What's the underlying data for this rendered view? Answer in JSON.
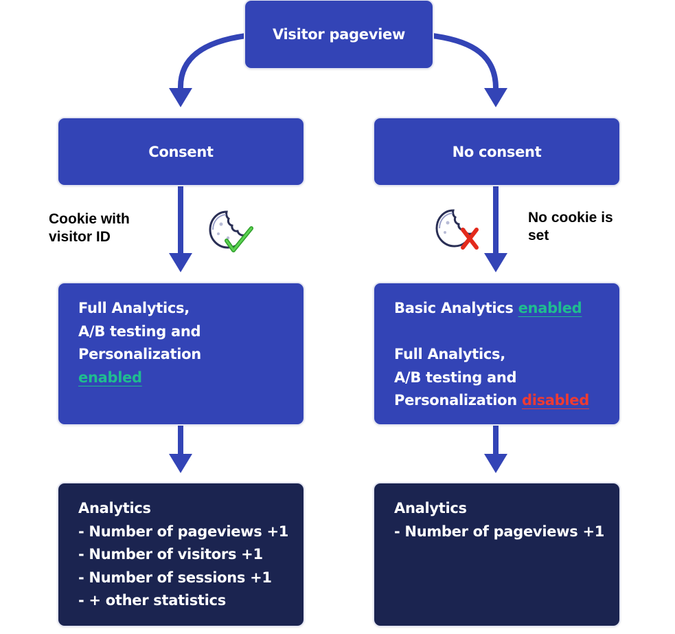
{
  "colors": {
    "box": "#3344b6",
    "dark_box": "#1b2450",
    "enabled": "#1fbd8f",
    "disabled": "#ee3b32",
    "arrow": "#3344b6"
  },
  "nodes": {
    "pageview": "Visitor pageview",
    "consent": "Consent",
    "no_consent": "No consent",
    "full_enabled": {
      "line1": "Full Analytics,",
      "line2": "A/B testing and",
      "line3": "Personalization",
      "status": "enabled"
    },
    "basic_full": {
      "basic_label": "Basic Analytics",
      "basic_status": "enabled",
      "line1": "Full Analytics,",
      "line2": "A/B testing and",
      "line3": "Personalization",
      "full_status": "disabled"
    },
    "analytics_consent": {
      "title": "Analytics",
      "items": [
        "- Number of pageviews +1",
        "- Number of visitors +1",
        "- Number of sessions +1",
        "- + other statistics"
      ]
    },
    "analytics_no_consent": {
      "title": "Analytics",
      "items": [
        "- Number of pageviews +1"
      ]
    }
  },
  "edge_labels": {
    "cookie_line1": "Cookie with",
    "cookie_line2": "visitor ID",
    "no_cookie_line1": "No cookie is",
    "no_cookie_line2": "set"
  },
  "icons": [
    "cookie-check-icon",
    "cookie-cross-icon"
  ]
}
